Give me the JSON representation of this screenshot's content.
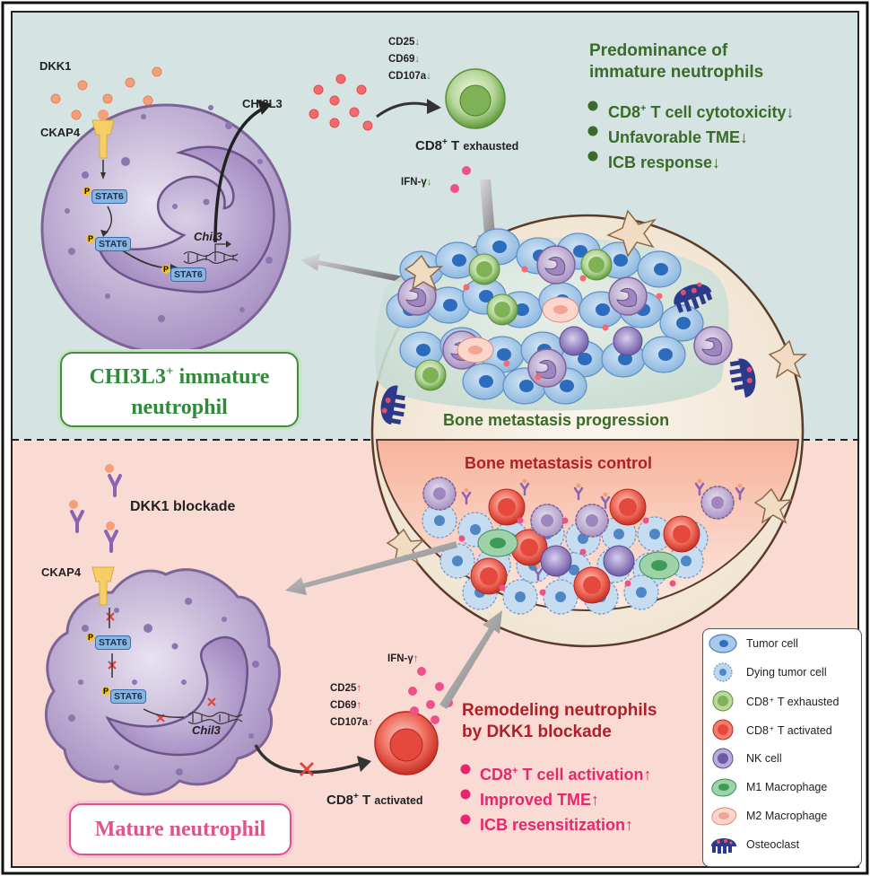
{
  "top_panel": {
    "ligand_label": "DKK1",
    "receptor_label": "CKAP4",
    "stat_label": "STAT6",
    "phospho_label": "P",
    "gene_label": "Chil3",
    "secreted_label": "CHI3L3",
    "markers": [
      {
        "name": "CD25",
        "dir": "↓"
      },
      {
        "name": "CD69",
        "dir": "↓"
      },
      {
        "name": "CD107a",
        "dir": "↓"
      }
    ],
    "cell_label_main": "CD8",
    "cell_label_sup": "+",
    "cell_label_rest": " T",
    "cell_state": "exhausted",
    "ifn_label": "IFN-γ",
    "ifn_dir": "↓",
    "summary_title_line1": "Predominance of",
    "summary_title_line2": "immature neutrophils",
    "bullets": [
      {
        "pre": "CD8",
        "sup": "+",
        "text": " T cell cytotoxicity",
        "dir": "↓"
      },
      {
        "pre": "",
        "sup": "",
        "text": "Unfavorable TME",
        "dir": "↓"
      },
      {
        "pre": "",
        "sup": "",
        "text": "ICB response",
        "dir": "↓"
      }
    ],
    "box_line1": "CHI3L3",
    "box_sup": "+",
    "box_line1_rest": " immature",
    "box_line2": "neutrophil",
    "progression_label": "Bone metastasis progression"
  },
  "bottom_panel": {
    "control_label": "Bone metastasis control",
    "blockade_label": "DKK1 blockade",
    "receptor_label": "CKAP4",
    "stat_label": "STAT6",
    "phospho_label": "P",
    "gene_label": "Chil3",
    "ifn_label": "IFN-γ",
    "ifn_dir": "↑",
    "markers": [
      {
        "name": "CD25",
        "dir": "↑"
      },
      {
        "name": "CD69",
        "dir": "↑"
      },
      {
        "name": "CD107a",
        "dir": "↑"
      }
    ],
    "cell_label_main": "CD8",
    "cell_label_sup": "+",
    "cell_label_rest": " T",
    "cell_state": "activated",
    "summary_title_line1": "Remodeling neutrophils",
    "summary_title_line2": "by DKK1 blockade",
    "bullets": [
      {
        "pre": "CD8",
        "sup": "+",
        "text": " T cell activation",
        "dir": "↑"
      },
      {
        "pre": "",
        "sup": "",
        "text": "Improved TME",
        "dir": "↑"
      },
      {
        "pre": "",
        "sup": "",
        "text": "ICB resensitization",
        "dir": "↑"
      }
    ],
    "box_label": "Mature neutrophil"
  },
  "legend": {
    "items": [
      {
        "label": "Tumor cell",
        "icon": "tumor-cell-icon"
      },
      {
        "label": "Dying tumor cell",
        "icon": "dying-tumor-cell-icon"
      },
      {
        "label": "CD8⁺ T exhausted",
        "icon": "cd8-exhausted-icon"
      },
      {
        "label": "CD8⁺ T activated",
        "icon": "cd8-activated-icon"
      },
      {
        "label": "NK cell",
        "icon": "nk-cell-icon"
      },
      {
        "label": "M1 Macrophage",
        "icon": "m1-macrophage-icon"
      },
      {
        "label": "M2 Macrophage",
        "icon": "m2-macrophage-icon"
      },
      {
        "label": "Osteoclast",
        "icon": "osteoclast-icon"
      }
    ]
  },
  "colors": {
    "top_bg": "#d5e3e2",
    "bottom_bg": "#fadbd3",
    "green_text": "#3a6b2a",
    "red_text": "#b01e2a",
    "pink_text": "#e8266e",
    "green_box_border": "#3f8d3f",
    "pink_box_border": "#e0528a"
  }
}
